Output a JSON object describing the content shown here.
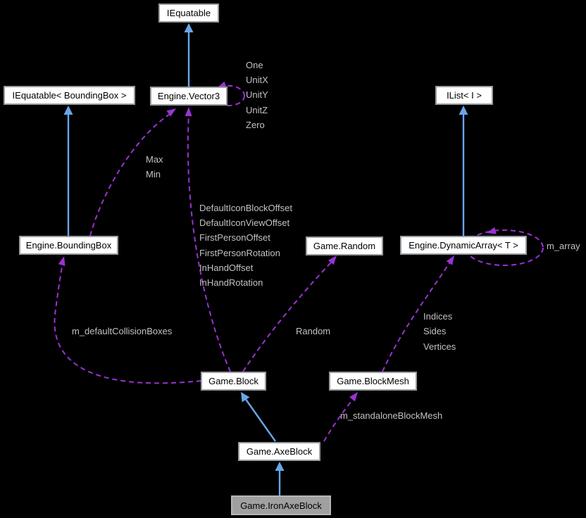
{
  "diagram": {
    "colors": {
      "background": "#000000",
      "node_fill": "#ffffff",
      "node_border": "#989da2",
      "node_text": "#000000",
      "highlight_fill": "#a0a0a0",
      "highlight_border": "#b4b7ba",
      "inheritance_edge": "#68a6e8",
      "usage_edge": "#9a32d4",
      "label_color": "#c2c2c2"
    },
    "nodes": {
      "iequatable": {
        "label": "IEquatable"
      },
      "iequatable_boundingbox": {
        "label": "IEquatable< BoundingBox >"
      },
      "engine_vector3": {
        "label": "Engine.Vector3"
      },
      "ilist_i": {
        "label": "IList< I >"
      },
      "engine_boundingbox": {
        "label": "Engine.BoundingBox"
      },
      "game_random": {
        "label": "Game.Random"
      },
      "engine_dynamicarray_t": {
        "label": "Engine.DynamicArray< T >"
      },
      "game_block": {
        "label": "Game.Block"
      },
      "game_blockmesh": {
        "label": "Game.BlockMesh"
      },
      "game_axeblock": {
        "label": "Game.AxeBlock"
      },
      "game_ironaxeblock": {
        "label": "Game.IronAxeBlock"
      }
    },
    "edge_labels": {
      "vector3_self": [
        "One",
        "UnitX",
        "UnitY",
        "UnitZ",
        "Zero"
      ],
      "boundingbox_to_vector3": [
        "Max",
        "Min"
      ],
      "block_to_vector3": [
        "DefaultIconBlockOffset",
        "DefaultIconViewOffset",
        "FirstPersonOffset",
        "FirstPersonRotation",
        "InHandOffset",
        "InHandRotation"
      ],
      "block_to_boundingbox": "m_defaultCollisionBoxes",
      "block_to_random": "Random",
      "blockmesh_to_dynamicarray": [
        "Indices",
        "Sides",
        "Vertices"
      ],
      "axeblock_to_blockmesh": "m_standaloneBlockMesh",
      "dynamicarray_self": "m_array"
    }
  }
}
